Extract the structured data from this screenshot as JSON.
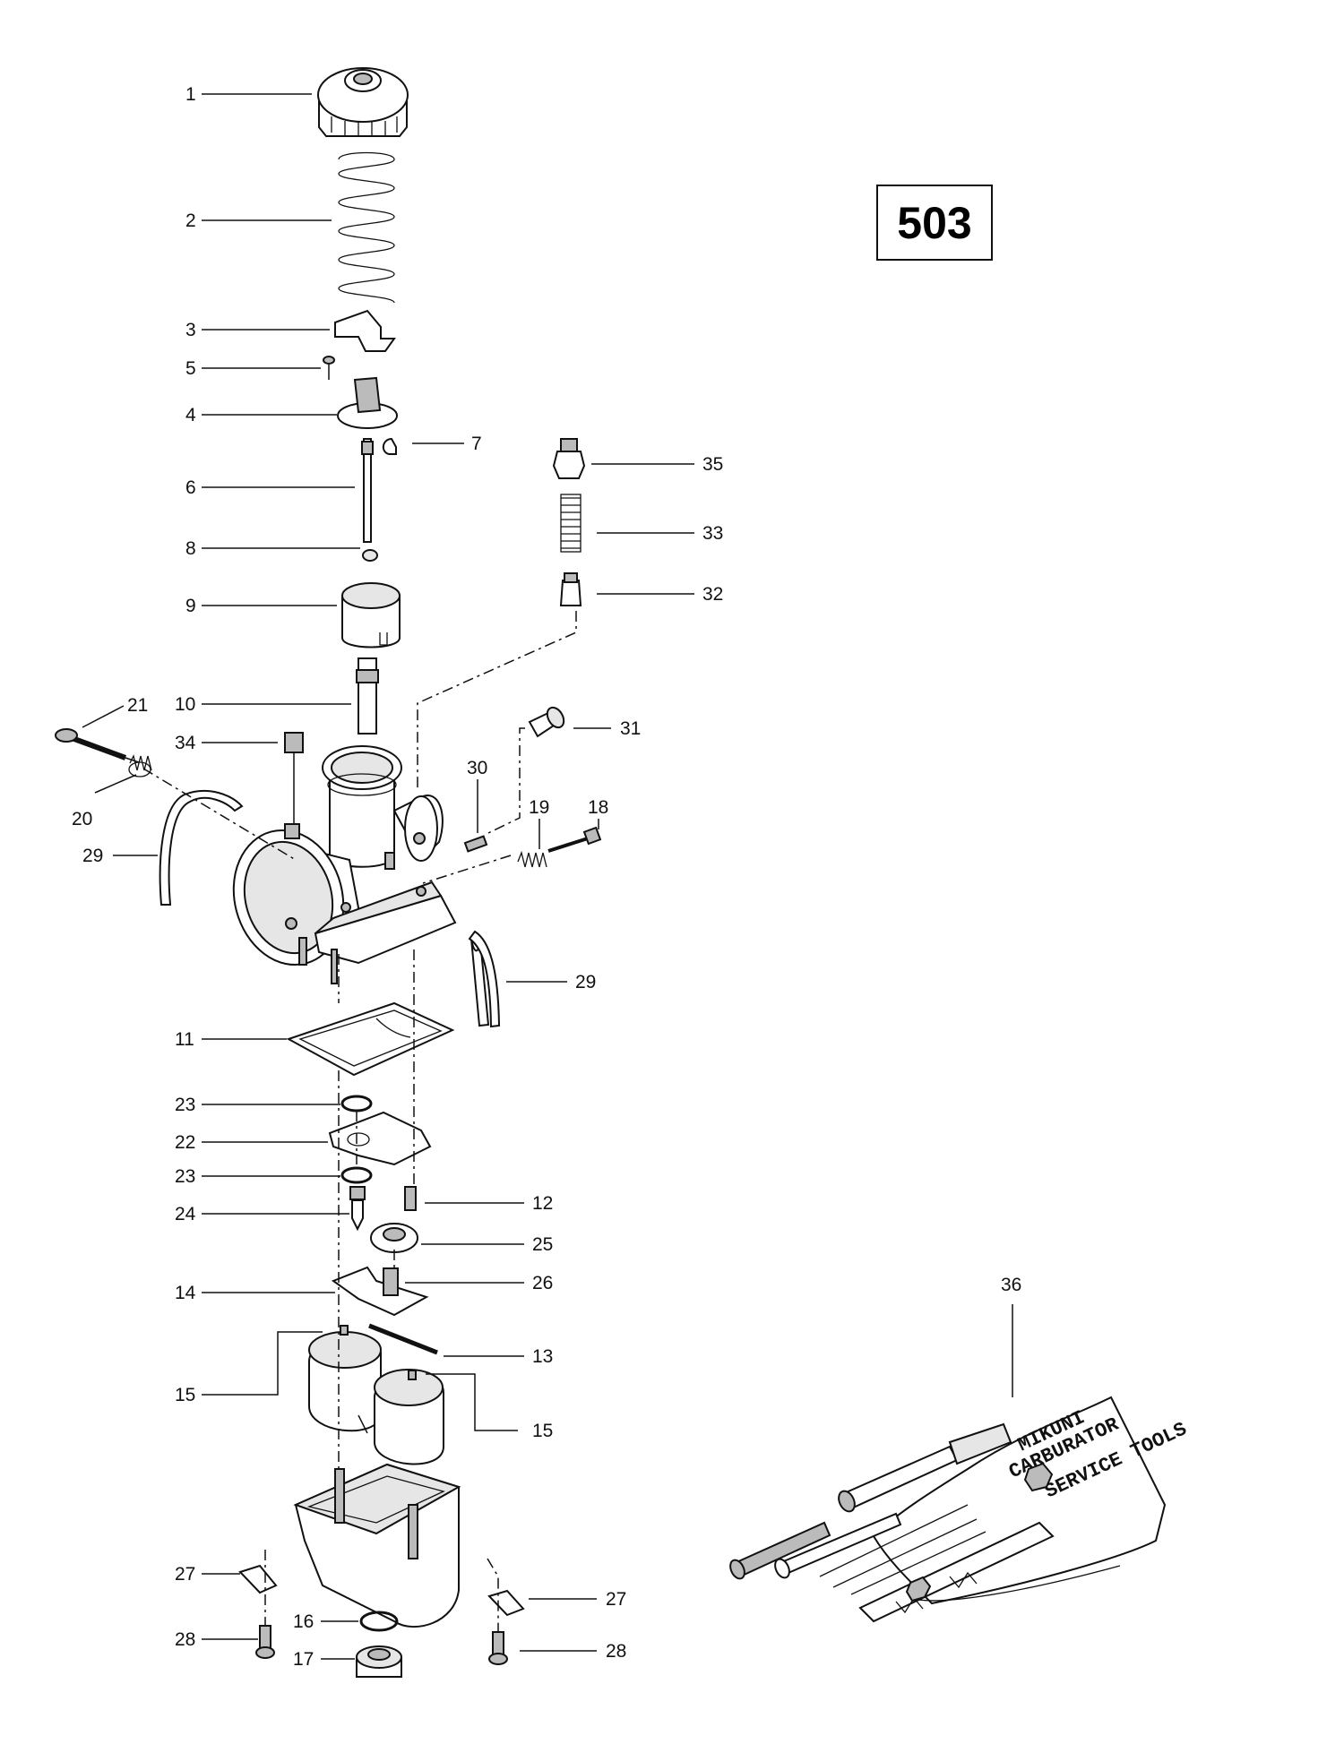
{
  "diagram_id": "503",
  "kit_text": [
    "MIKUNI",
    "CARBURATOR",
    "SERVICE TOOLS"
  ],
  "callouts": [
    {
      "id": "c1",
      "label": "1"
    },
    {
      "id": "c2",
      "label": "2"
    },
    {
      "id": "c3",
      "label": "3"
    },
    {
      "id": "c5",
      "label": "5"
    },
    {
      "id": "c4",
      "label": "4"
    },
    {
      "id": "c7",
      "label": "7"
    },
    {
      "id": "c6",
      "label": "6"
    },
    {
      "id": "c8",
      "label": "8"
    },
    {
      "id": "c9",
      "label": "9"
    },
    {
      "id": "c10",
      "label": "10"
    },
    {
      "id": "c21",
      "label": "21"
    },
    {
      "id": "c34",
      "label": "34"
    },
    {
      "id": "c20",
      "label": "20"
    },
    {
      "id": "c29a",
      "label": "29"
    },
    {
      "id": "c35",
      "label": "35"
    },
    {
      "id": "c33",
      "label": "33"
    },
    {
      "id": "c32",
      "label": "32"
    },
    {
      "id": "c31",
      "label": "31"
    },
    {
      "id": "c30",
      "label": "30"
    },
    {
      "id": "c19",
      "label": "19"
    },
    {
      "id": "c18",
      "label": "18"
    },
    {
      "id": "c29b",
      "label": "29"
    },
    {
      "id": "c11",
      "label": "11"
    },
    {
      "id": "c23a",
      "label": "23"
    },
    {
      "id": "c22",
      "label": "22"
    },
    {
      "id": "c23b",
      "label": "23"
    },
    {
      "id": "c24",
      "label": "24"
    },
    {
      "id": "c12",
      "label": "12"
    },
    {
      "id": "c25",
      "label": "25"
    },
    {
      "id": "c14",
      "label": "14"
    },
    {
      "id": "c26",
      "label": "26"
    },
    {
      "id": "c13",
      "label": "13"
    },
    {
      "id": "c15a",
      "label": "15"
    },
    {
      "id": "c15b",
      "label": "15"
    },
    {
      "id": "c36",
      "label": "36"
    },
    {
      "id": "c27a",
      "label": "27"
    },
    {
      "id": "c27b",
      "label": "27"
    },
    {
      "id": "c16",
      "label": "16"
    },
    {
      "id": "c28a",
      "label": "28"
    },
    {
      "id": "c17",
      "label": "17"
    },
    {
      "id": "c28b",
      "label": "28"
    }
  ]
}
